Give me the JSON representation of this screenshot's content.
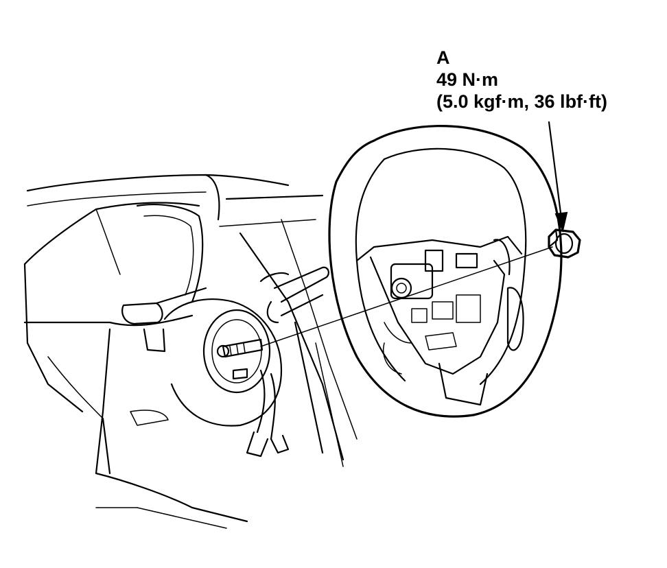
{
  "callout": {
    "letter": "A",
    "torque_metric": "49 N·m",
    "torque_alt": "(5.0 kgf·m, 36 lbf·ft)"
  }
}
